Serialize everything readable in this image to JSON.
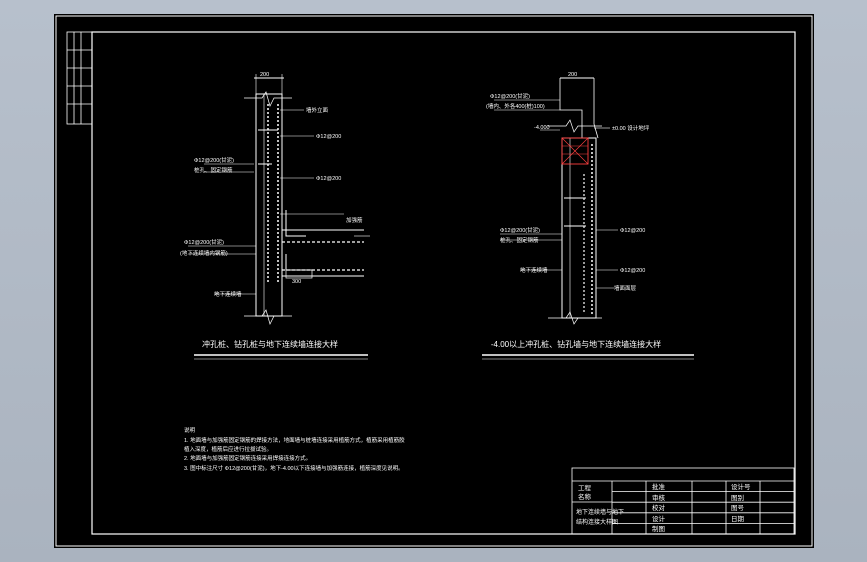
{
  "drawing": {
    "detail_left": {
      "title": "冲孔桩、钻孔桩与地下连续墙连接大样",
      "dim_top": "200",
      "labels": [
        "墙外立面",
        "Φ12@200",
        "Φ12@200(甘泥)",
        "桩孔、固定钢筋",
        "Φ12@200",
        "加强筋",
        "Φ12@200(甘泥)",
        "(地下连续墙内钢筋)",
        "300",
        "地下连续墙"
      ]
    },
    "detail_right": {
      "title": "-4.00以上冲孔桩、钻孔墙与地下连续墙连接大样",
      "dim_top": "200",
      "labels": [
        "Φ12@200(甘泥)",
        "(墙内、外各400(桩)100)",
        "-4.000",
        "±0.00 设计地坪",
        "Φ12@200(甘泥)",
        "桩孔、固定钢筋",
        "Φ12@200",
        "地下连续墙",
        "Φ12@200",
        "墙面面层"
      ]
    },
    "notes": {
      "heading": "说明",
      "lines": [
        "1. 地面墙与加强筋固定钢筋的焊接方法，地面墙与桩墙连接采用植筋方式，植筋采用植筋胶",
        "   植入深度，植筋后应进行拉拔试验。",
        "2. 地面墙与加强筋固定钢筋连接采用焊接连接方式。",
        "3. 图中标注尺寸 Φ12@200(甘泥)，地下-4.00以下连接墙与加强筋连接，植筋深度见说明。"
      ]
    },
    "title_block": {
      "project_label": [
        "工程",
        "名称"
      ],
      "drawing_name": [
        "地下连续墙与地下",
        "结构连接大样图"
      ],
      "roles": [
        "批准",
        "审核",
        "校对",
        "设计",
        "制图"
      ],
      "meta": [
        "设计号",
        "图别",
        "图号",
        "日期"
      ]
    }
  }
}
